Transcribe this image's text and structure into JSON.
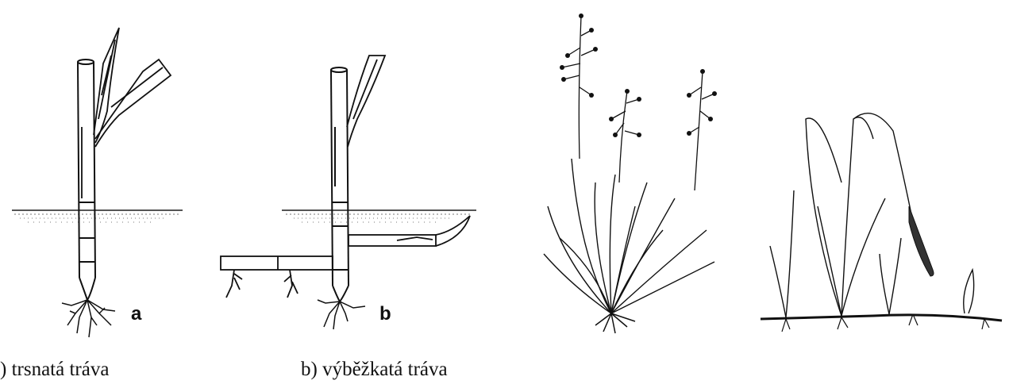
{
  "panels": {
    "a": {
      "letter": "a",
      "caption": ") trsnatá tráva"
    },
    "b": {
      "letter": "b",
      "caption": "b) výběžkatá tráva"
    }
  },
  "colors": {
    "ink": "#111111",
    "soil": "#8a8a8a",
    "background": "#ffffff"
  }
}
